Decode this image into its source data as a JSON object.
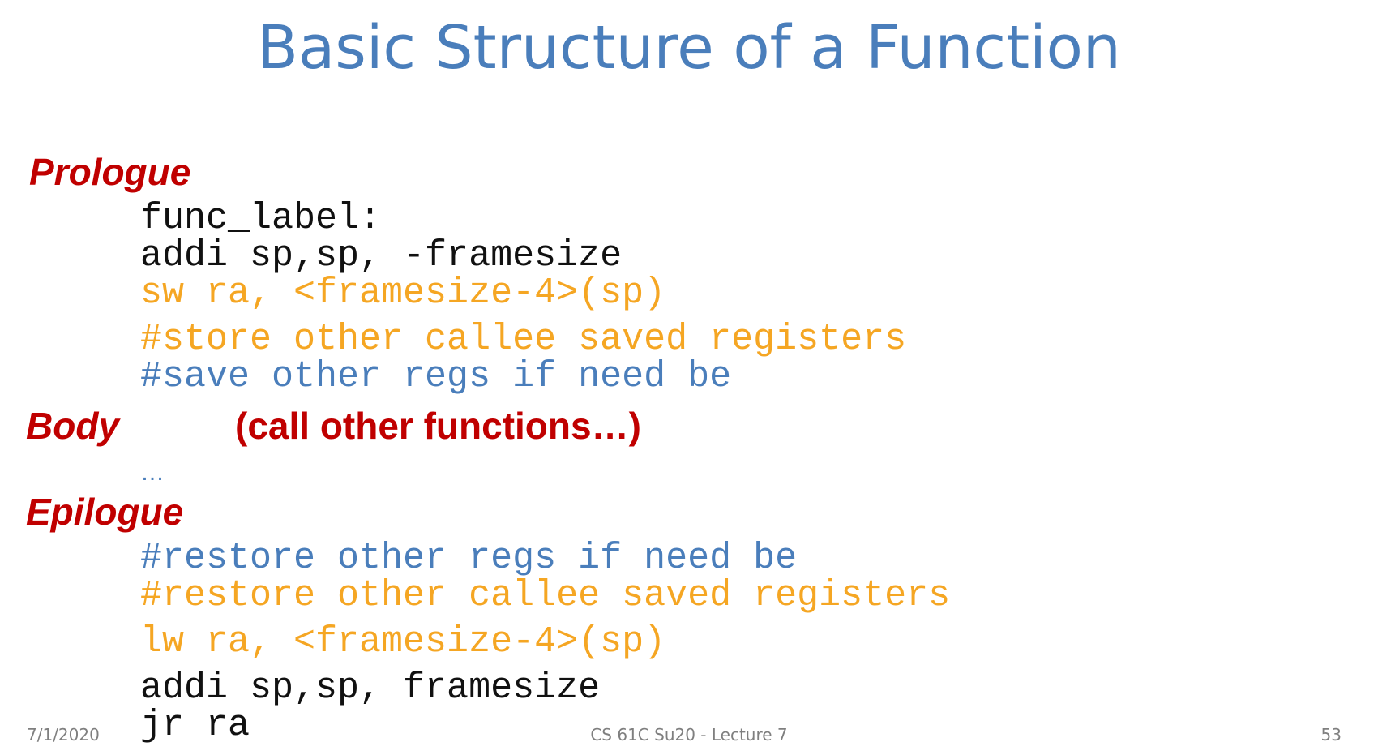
{
  "slide": {
    "title": "Basic Structure of a Function"
  },
  "prologue": {
    "label": "Prologue",
    "lines": [
      "func_label:",
      "addi sp,sp, -framesize",
      "sw ra, <framesize-4>(sp)",
      "#store other callee saved registers",
      "#save other regs if need be"
    ]
  },
  "body": {
    "label": "Body",
    "note": "(call other functions…)",
    "ellipsis": "…"
  },
  "epilogue": {
    "label": "Epilogue",
    "lines": [
      "#restore other regs if need be",
      "#restore other callee saved registers",
      "lw ra, <framesize-4>(sp)",
      "addi sp,sp, framesize",
      "jr ra"
    ]
  },
  "footer": {
    "date": "7/1/2020",
    "course": "CS 61C Su20 - Lecture 7",
    "page_number": "53"
  },
  "colors": {
    "title": "#4a7ebb",
    "section_label": "#c00000",
    "code_default": "#111111",
    "code_highlight": "#f5a623",
    "code_comment": "#4a7ebb",
    "footer": "#7f7f7f"
  }
}
